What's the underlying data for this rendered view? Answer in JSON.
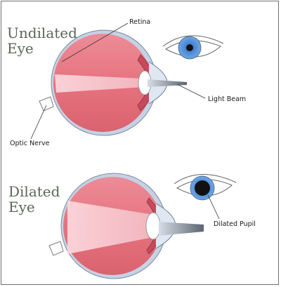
{
  "top_panel": {
    "title_line1": "Undilated",
    "title_line2": "Eye",
    "labels": {
      "retina": "Retina",
      "light_beam": "Light Beam",
      "optic_nerve": "Optic Nerve"
    }
  },
  "bottom_panel": {
    "title_line1": "Dilated",
    "title_line2": "Eye",
    "labels": {
      "dilated_pupil": "Dilated Pupil"
    }
  },
  "colors": {
    "eyeball": "#e87a86",
    "beam": "#f8c9cf",
    "iris": "#4a8ad8",
    "sclera_edge": "#b9c7dc",
    "lens": "#ffffff"
  }
}
